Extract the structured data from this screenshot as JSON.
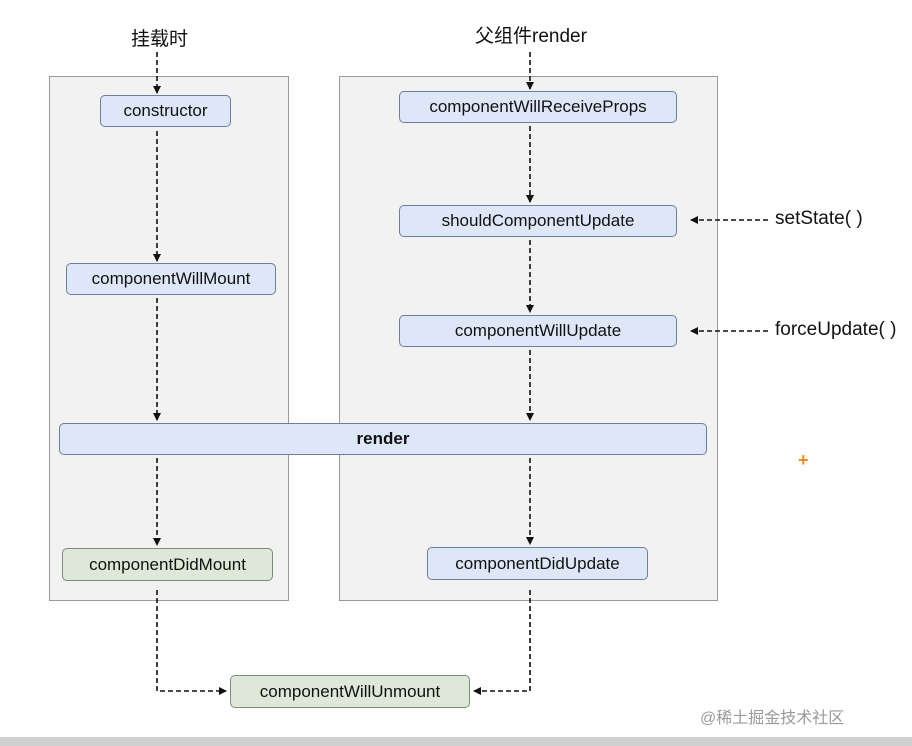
{
  "labels": {
    "mount_trigger": "挂载时",
    "parent_render": "父组件render",
    "set_state": "setState( )",
    "force_update": "forceUpdate( )"
  },
  "nodes": {
    "constructor": "constructor",
    "component_will_mount": "componentWillMount",
    "render": "render",
    "component_did_mount": "componentDidMount",
    "component_will_receive_props": "componentWillReceiveProps",
    "should_component_update": "shouldComponentUpdate",
    "component_will_update": "componentWillUpdate",
    "component_did_update": "componentDidUpdate",
    "component_will_unmount": "componentWillUnmount"
  },
  "decor": {
    "plus": "+",
    "watermark": "@稀土掘金技术社区"
  },
  "colors": {
    "node_blue": "#dde7f7",
    "node_green": "#dde8d8",
    "panel": "#f2f2f2",
    "accent_plus": "#f08a1c"
  }
}
